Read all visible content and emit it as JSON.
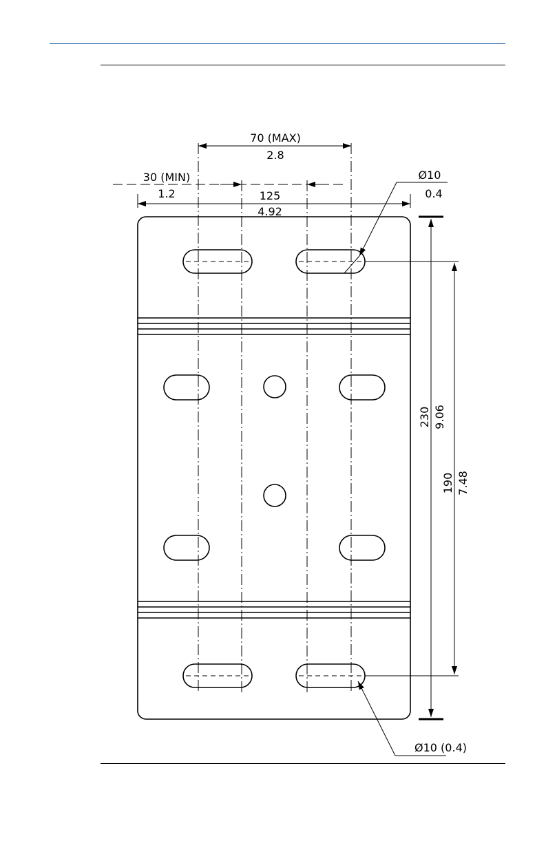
{
  "colors": {
    "header_rule": "#2a6aa8",
    "page_rule": "#000000",
    "line": "#000000",
    "background": "#ffffff"
  },
  "dimensions": {
    "hole_spacing_max_mm": "70 (MAX)",
    "hole_spacing_max_in": "2.8",
    "hole_offset_min_mm": "30 (MIN)",
    "hole_offset_min_in": "1.2",
    "plate_width_mm": "125",
    "plate_width_in": "4.92",
    "plate_height_mm": "230",
    "plate_height_in": "9.06",
    "slot_pitch_mm": "190",
    "slot_pitch_in": "7.48",
    "top_hole_diameter_mm": "Ø10",
    "top_hole_diameter_in": "0.4",
    "bottom_hole_diameter": "Ø10 (0.4)"
  }
}
